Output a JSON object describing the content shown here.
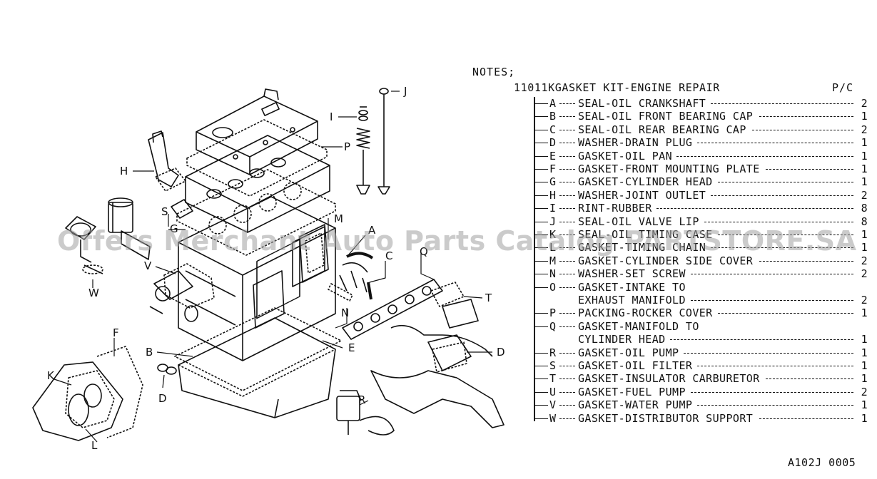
{
  "notes": {
    "title": "NOTES;"
  },
  "kit": {
    "part_number": "11011K",
    "description": "GASKET KIT-ENGINE REPAIR",
    "qty_header": "P/C"
  },
  "parts": [
    {
      "code": "A",
      "desc": "SEAL-OIL CRANKSHAFT",
      "qty": "2"
    },
    {
      "code": "B",
      "desc": "SEAL-OIL FRONT BEARING CAP",
      "qty": "1"
    },
    {
      "code": "C",
      "desc": "SEAL-OIL REAR BEARING CAP",
      "qty": "2"
    },
    {
      "code": "D",
      "desc": "WASHER-DRAIN PLUG",
      "qty": "1"
    },
    {
      "code": "E",
      "desc": "GASKET-OIL PAN",
      "qty": "1"
    },
    {
      "code": "F",
      "desc": "GASKET-FRONT MOUNTING PLATE",
      "qty": "1"
    },
    {
      "code": "G",
      "desc": "GASKET-CYLINDER HEAD",
      "qty": "1"
    },
    {
      "code": "H",
      "desc": "WASHER-JOINT OUTLET",
      "qty": "2"
    },
    {
      "code": "I",
      "desc": "RINT-RUBBER",
      "qty": "8"
    },
    {
      "code": "J",
      "desc": "SEAL-OIL VALVE LIP",
      "qty": "8"
    },
    {
      "code": "K",
      "desc": "SEAL-OIL TIMING CASE",
      "qty": "1"
    },
    {
      "code": "L",
      "desc": "GASKET-TIMING CHAIN",
      "qty": "1"
    },
    {
      "code": "M",
      "desc": "GASKET-CYLINDER SIDE COVER",
      "qty": "2"
    },
    {
      "code": "N",
      "desc": "WASHER-SET SCREW",
      "qty": "2"
    },
    {
      "code": "O",
      "desc": "GASKET-INTAKE TO",
      "qty": ""
    },
    {
      "code": "",
      "desc": "EXHAUST MANIFOLD",
      "qty": "2"
    },
    {
      "code": "P",
      "desc": "PACKING-ROCKER COVER",
      "qty": "1"
    },
    {
      "code": "Q",
      "desc": "GASKET-MANIFOLD TO",
      "qty": ""
    },
    {
      "code": "",
      "desc": "CYLINDER HEAD",
      "qty": "1"
    },
    {
      "code": "R",
      "desc": "GASKET-OIL PUMP",
      "qty": "1"
    },
    {
      "code": "S",
      "desc": "GASKET-OIL FILTER",
      "qty": "1"
    },
    {
      "code": "T",
      "desc": "GASKET-INSULATOR CARBURETOR",
      "qty": "1"
    },
    {
      "code": "U",
      "desc": "GASKET-FUEL PUMP",
      "qty": "2"
    },
    {
      "code": "V",
      "desc": "GASKET-WATER PUMP",
      "qty": "1"
    },
    {
      "code": "W",
      "desc": "GASKET-DISTRIBUTOR SUPPORT",
      "qty": "1"
    }
  ],
  "callouts": {
    "A": "A",
    "B": "B",
    "C": "C",
    "D1": "D",
    "D2": "D",
    "E": "E",
    "F": "F",
    "G": "G",
    "H": "H",
    "I": "I",
    "J": "J",
    "K": "K",
    "L": "L",
    "M": "M",
    "N": "N",
    "P": "P",
    "Q": "Q",
    "R": "R",
    "S": "S",
    "T": "T",
    "V": "V",
    "W": "W"
  },
  "watermark": "Offers Merchant Auto Parts Catalog PARTSTORE.SA",
  "figure_code": "A102J 0005"
}
